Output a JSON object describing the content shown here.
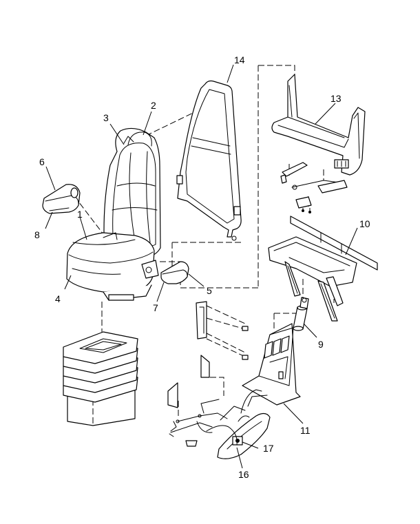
{
  "callouts": {
    "c1": "1",
    "c2": "2",
    "c3": "3",
    "c4": "4",
    "c5": "5",
    "c6": "6",
    "c7": "7",
    "c8": "8",
    "c9": "9",
    "c10": "10",
    "c11": "11",
    "c13": "13",
    "c14": "14",
    "c16": "16",
    "c17": "17"
  },
  "style": {
    "ink": "#000000",
    "paper": "#ffffff"
  }
}
